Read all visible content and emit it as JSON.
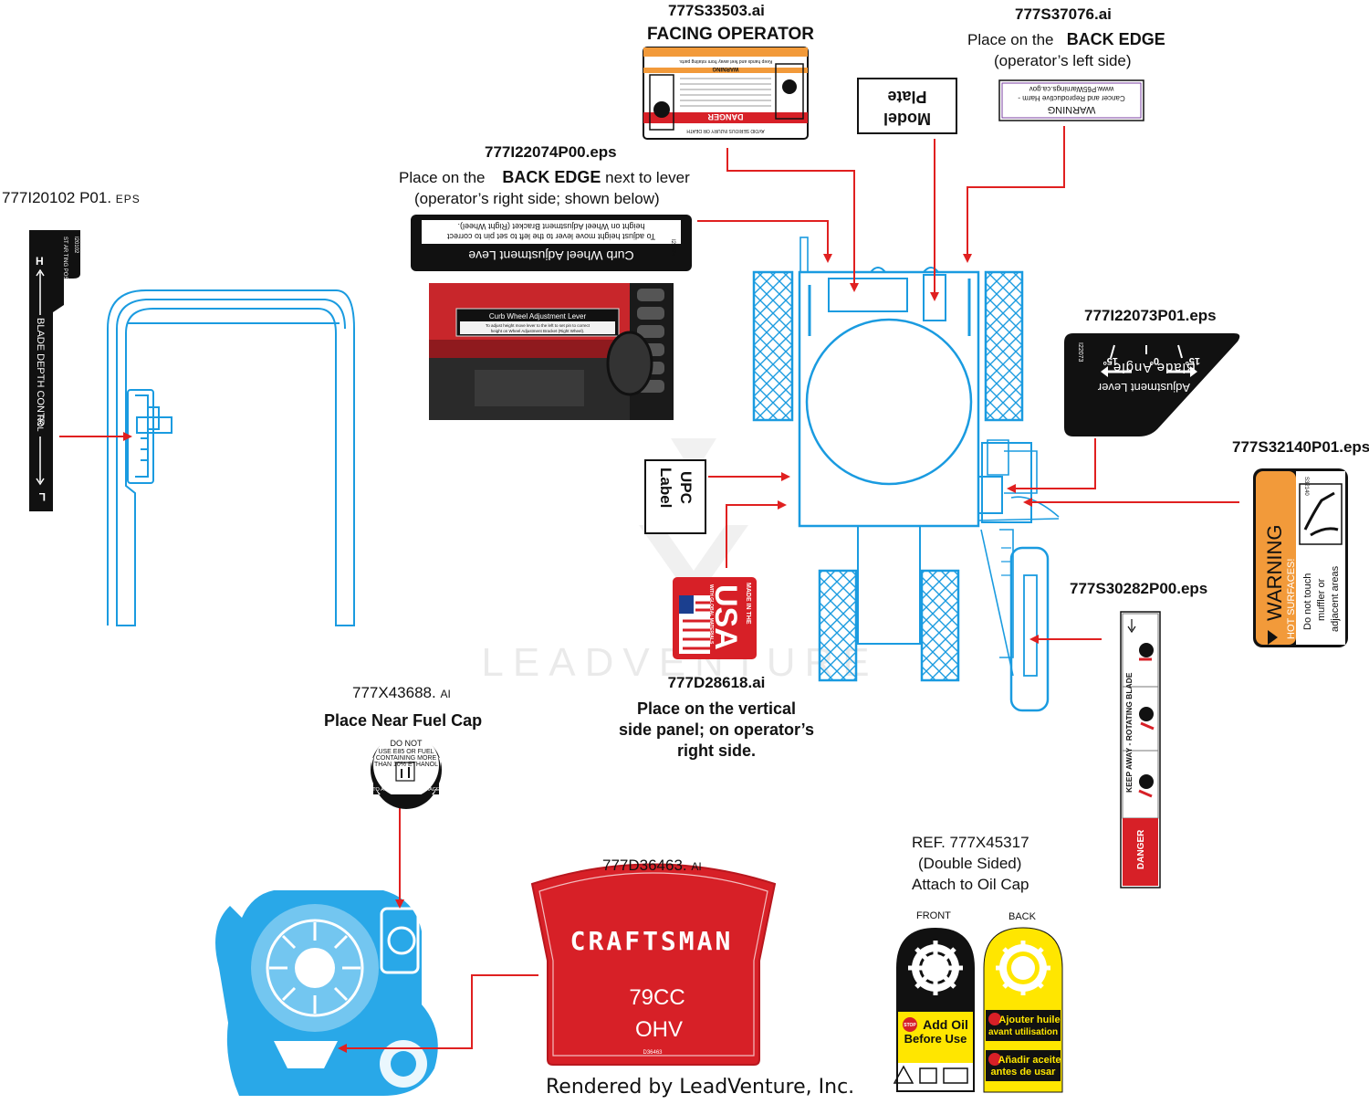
{
  "labels": {
    "file_33503": "777S33503.ai",
    "facing_operator": "FACING OPERATOR",
    "file_37076": "777S37076.ai",
    "place_on_the_1": "Place on the",
    "back_edge_1": "BACK EDGE",
    "operator_left": "(operator’s left side)",
    "file_22074": "777I22074P00.eps",
    "place_on_the_2": "Place on the",
    "back_edge_2": "BACK EDGE",
    "next_to_lever": "next to lever",
    "operator_right": "(operator’s right side; shown below)",
    "file_20102": "777I20102 P01.",
    "eps_small": "EPS",
    "file_22073": "777I22073P01.eps",
    "file_32140": "777S32140P01.eps",
    "file_30282": "777S30282P00.eps",
    "file_28618": "777D28618.ai",
    "vertical_1": "Place on the vertical",
    "vertical_2": "side panel; on operator’s",
    "vertical_3": "right side.",
    "file_43688": "777X43688.",
    "ai_small_1": "AI",
    "near_fuel_cap": "Place Near Fuel Cap",
    "file_36463": "777D36463.",
    "ai_small_2": "AI",
    "ref_45317": "REF. 777X45317",
    "double_sided": "(Double Sided)",
    "attach_oil": "Attach to Oil Cap",
    "front": "FRONT",
    "back": "BACK",
    "footer": "Rendered by LeadVenture, Inc."
  },
  "decals": {
    "model_plate_1": "Model",
    "model_plate_2": "Plate",
    "upc_1": "UPC",
    "upc_2": "Label",
    "curb_wheel_title": "Curb Wheel Adjustment Leve",
    "curb_wheel_text_1": "To adjust height move lever to the left to set pin to correct",
    "curb_wheel_text_2": "height on Wheel Adjustment Bracket (Right Wheel).",
    "curb_wheel_code": "I22074",
    "photo_title": "Curb Wheel Adjustment Lever",
    "photo_text_1": "To adjust height move lever to the left to set pin to correct",
    "photo_text_2": "height on Wheel Adjustment Bracket (Right Wheel).",
    "warning_word": "WARNING",
    "p65_text_1": "Cancer and Reproductive Harm -",
    "p65_text_2": "www.P65Warnings.ca.gov",
    "danger_word": "DANGER",
    "warning_small": "WARNING",
    "danger_text_1": "AVOID SERIOUS INJURY OR DEATH",
    "danger_text_2": "Keep hands and feet away from rotating parts.",
    "depth_code": "I20102",
    "depth_text": "ST AR TING POSITION N",
    "depth_main": "BLADE DEPTH CONTR",
    "depth_ol": "ROL",
    "angle_line_1": "Blade Angle",
    "angle_line_2": "Adjustment Lever",
    "angle_15a": "15º",
    "angle_0": "0º",
    "angle_15b": "15º",
    "angle_code": "I22073",
    "hot_warning": "WARNING",
    "hot_1": "HOT SURFACES!",
    "hot_2": "Do not touch",
    "hot_3": "muffler or",
    "hot_4": "adjacent areas",
    "hot_code": "S32140",
    "keep_away": "KEEP AWAY - ROTATING BLADE",
    "danger_strip": "DANGER",
    "usa_1": "MADE IN THE",
    "usa_2": "USA",
    "usa_3": "WITH GLOBAL MATERIALS",
    "fuel_1": "DO NOT",
    "fuel_2": "USE E85 OR FUEL",
    "fuel_3": "CONTAINING MORE",
    "fuel_4": "THAN 10% ETHANOL",
    "fuel_5": "TO AVOID ENGINE DAMAGE",
    "craftsman": "CRAFTSMAN",
    "cc": "79CC",
    "ohv": "OHV",
    "craftsman_code": "D36463",
    "oil_front_1": "Add Oil",
    "oil_front_2": "Before Use",
    "oil_back_1": "Ajouter huile",
    "oil_back_2": "avant utilisation",
    "oil_back_3": "Añadir aceite",
    "oil_back_4": "antes de usar",
    "stop": "STOP"
  },
  "colors": {
    "outline_blue": "#1a9be0",
    "engine_blue": "#29a8e8",
    "arrow_red": "#e02020",
    "danger_red": "#d72027",
    "hot_orange": "#f29a3a",
    "oil_yellow": "#ffe600",
    "black": "#111111"
  },
  "watermark": "LEADVENTURE"
}
